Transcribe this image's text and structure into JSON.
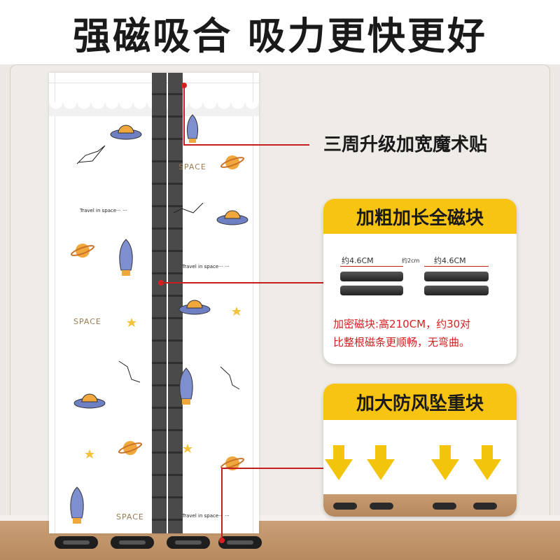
{
  "headline": "强磁吸合 吸力更快更好",
  "callouts": {
    "velcro": "三周升级加宽魔术贴"
  },
  "card_magnet": {
    "title": "加粗加长全磁块",
    "dim_left": "约4.6CM",
    "dim_gap": "约2cm",
    "dim_right": "约4.6CM",
    "desc_line1": "加密磁块:高210CM，约30对",
    "desc_line2": "比整根磁条更顺畅，无弯曲。"
  },
  "card_weight": {
    "title": "加大防风坠重块"
  },
  "curtain_prints": {
    "space": "SPACE",
    "travel": "Travel in space··· ···"
  },
  "colors": {
    "accent_yellow": "#f7c412",
    "callout_red": "#d42020",
    "magnet_dark": "#2f2f2f"
  }
}
